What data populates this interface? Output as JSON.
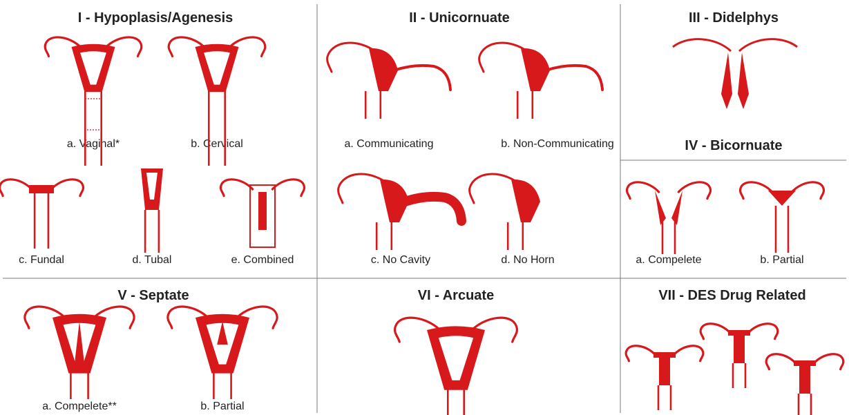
{
  "colors": {
    "organ": "#d7191c",
    "text": "#222222",
    "divider": "#7a7a7a",
    "background": "#ffffff"
  },
  "panels": [
    {
      "id": "class-1",
      "title": "I - Hypoplasis/Agenesis",
      "items": [
        {
          "label": "a. Vaginal*",
          "form": "vaginal"
        },
        {
          "label": "b. Cervical",
          "form": "cervical"
        },
        {
          "label": "c. Fundal",
          "form": "fundal"
        },
        {
          "label": "d. Tubal",
          "form": "tubal"
        },
        {
          "label": "e. Combined",
          "form": "combined"
        }
      ]
    },
    {
      "id": "class-2",
      "title": "II - Unicornuate",
      "items": [
        {
          "label": "a. Communicating",
          "form": "uni-communicating"
        },
        {
          "label": "b. Non-Communicating",
          "form": "uni-noncommunicating"
        },
        {
          "label": "c. No Cavity",
          "form": "uni-nocavity"
        },
        {
          "label": "d. No Horn",
          "form": "uni-nohorn"
        }
      ]
    },
    {
      "id": "class-3",
      "title": "III - Didelphys",
      "items": [
        {
          "label": "",
          "form": "didelphys"
        }
      ]
    },
    {
      "id": "class-4",
      "title": "IV - Bicornuate",
      "items": [
        {
          "label": "a. Compelete",
          "form": "bicornuate-complete"
        },
        {
          "label": "b. Partial",
          "form": "bicornuate-partial"
        }
      ]
    },
    {
      "id": "class-5",
      "title": "V - Septate",
      "items": [
        {
          "label": "a. Compelete**",
          "form": "septate-complete"
        },
        {
          "label": "b. Partial",
          "form": "septate-partial"
        }
      ]
    },
    {
      "id": "class-6",
      "title": "VI - Arcuate",
      "items": [
        {
          "label": "",
          "form": "arcuate"
        }
      ]
    },
    {
      "id": "class-7",
      "title": "VII - DES  Drug Related",
      "items": [
        {
          "label": "",
          "form": "des-t-shaped"
        },
        {
          "label": "",
          "form": "des-t-shaped"
        },
        {
          "label": "",
          "form": "des-t-shaped"
        }
      ]
    }
  ]
}
